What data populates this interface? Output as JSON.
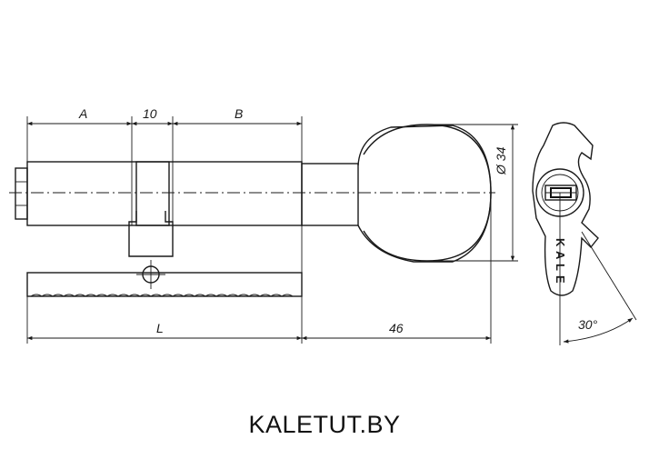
{
  "dimensions": {
    "a": "A",
    "ten": "10",
    "b": "B",
    "diameter": "Ø 34",
    "l": "L",
    "forty_six": "46",
    "angle": "30°"
  },
  "brand_letters": [
    "K",
    "A",
    "L",
    "E"
  ],
  "caption": "KALETUT.BY"
}
